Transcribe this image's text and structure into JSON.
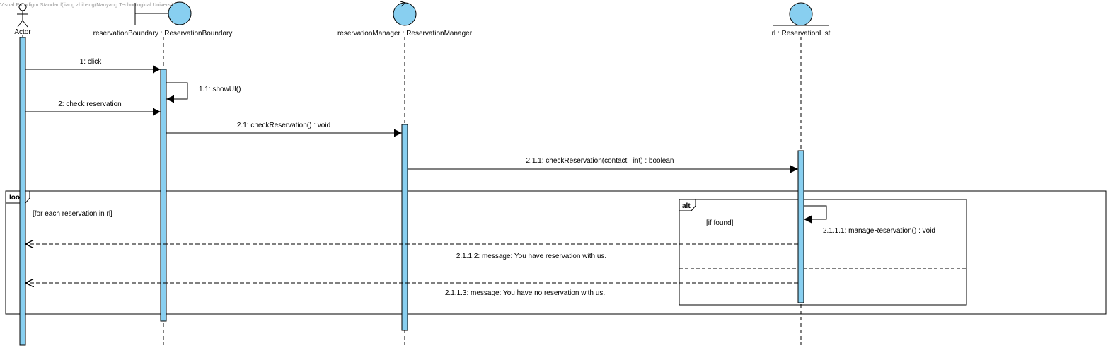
{
  "watermark": "Visual Paradigm Standard(liang zhiheng(Nanyang Technological University))",
  "colors": {
    "activation": "#88CFF0",
    "stroke": "#000000",
    "frame_fill": "#ffffff"
  },
  "lifelines": [
    {
      "id": "actor",
      "kind": "actor-icon",
      "label": "Actor"
    },
    {
      "id": "boundary",
      "kind": "boundary-icon",
      "label": "reservationBoundary : ReservationBoundary"
    },
    {
      "id": "control",
      "kind": "control-icon",
      "label": "reservationManager : ReservationManager"
    },
    {
      "id": "entity",
      "kind": "entity-icon",
      "label": "rl : ReservationList"
    }
  ],
  "messages": [
    {
      "label": "1: click",
      "from": "actor",
      "to": "boundary",
      "type": "sync"
    },
    {
      "label": "1.1: showUI()",
      "from": "boundary",
      "to": "boundary",
      "type": "self"
    },
    {
      "label": "2: check reservation",
      "from": "actor",
      "to": "boundary",
      "type": "sync"
    },
    {
      "label": "2.1: checkReservation() : void",
      "from": "boundary",
      "to": "control",
      "type": "sync"
    },
    {
      "label": "2.1.1: checkReservation(contact : int) : boolean",
      "from": "control",
      "to": "entity",
      "type": "sync"
    },
    {
      "label": "2.1.1.1: manageReservation() : void",
      "from": "entity",
      "to": "entity",
      "type": "self"
    },
    {
      "label": "2.1.1.2: message: You have reservation with us.",
      "from": "entity",
      "to": "actor",
      "type": "return"
    },
    {
      "label": "2.1.1.3: message: You have no reservation with us.",
      "from": "entity",
      "to": "actor",
      "type": "return"
    }
  ],
  "fragments": [
    {
      "id": "loop",
      "operator": "loop",
      "guard": "[for each reservation in rl]"
    },
    {
      "id": "alt",
      "operator": "alt",
      "guard": "[if found]"
    }
  ]
}
